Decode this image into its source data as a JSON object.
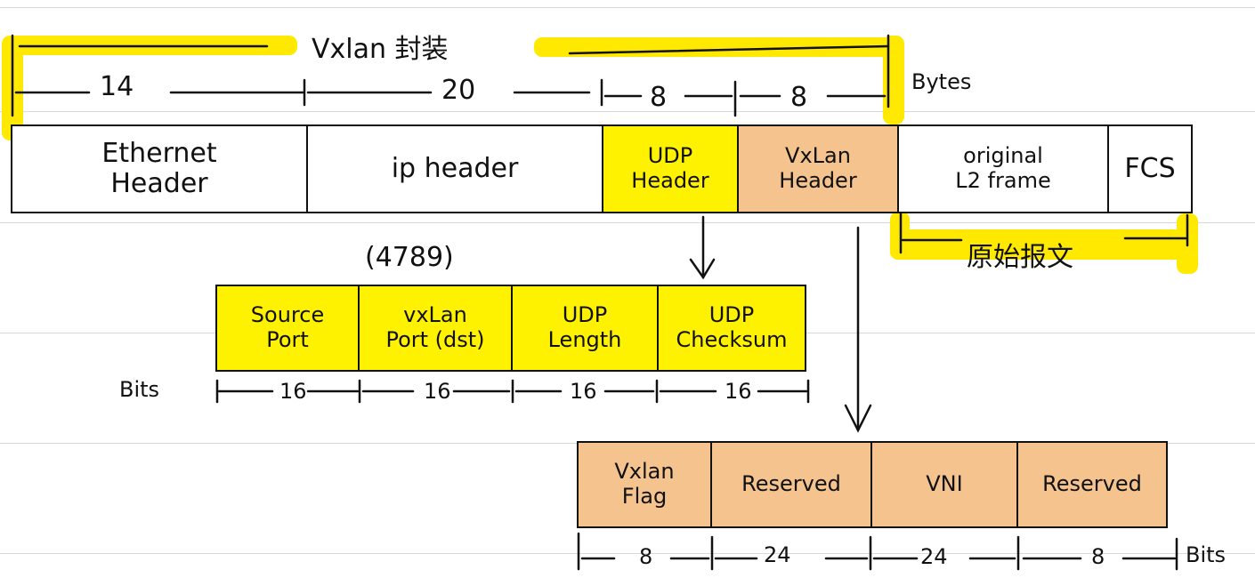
{
  "colors": {
    "highlight": "#ffe900",
    "udp_fill": "#fff200",
    "vxlan_fill": "#f5c38e",
    "ink": "#111111"
  },
  "top": {
    "encap_label": "Vxlan 封装",
    "bytes_unit": "Bytes",
    "sizes": [
      "14",
      "20",
      "8",
      "8"
    ],
    "fields": [
      {
        "line1": "Ethernet",
        "line2": "Header"
      },
      {
        "line1": "ip header",
        "line2": ""
      },
      {
        "line1": "UDP",
        "line2": "Header"
      },
      {
        "line1": "VxLan",
        "line2": "Header"
      },
      {
        "line1": "original",
        "line2": "L2 frame"
      },
      {
        "line1": "FCS",
        "line2": ""
      }
    ],
    "original_label": "原始报文"
  },
  "udp": {
    "port_note": "(4789)",
    "bits_unit": "Bits",
    "fields": [
      {
        "line1": "Source",
        "line2": "Port"
      },
      {
        "line1": "vxLan",
        "line2": "Port (dst)"
      },
      {
        "line1": "UDP",
        "line2": "Length"
      },
      {
        "line1": "UDP",
        "line2": "Checksum"
      }
    ],
    "sizes": [
      "16",
      "16",
      "16",
      "16"
    ]
  },
  "vxlan": {
    "bits_unit": "Bits",
    "fields": [
      {
        "line1": "Vxlan",
        "line2": "Flag"
      },
      {
        "line1": "Reserved",
        "line2": ""
      },
      {
        "line1": "VNI",
        "line2": ""
      },
      {
        "line1": "Reserved",
        "line2": ""
      }
    ],
    "sizes": [
      "8",
      "24",
      "24",
      "8"
    ]
  }
}
